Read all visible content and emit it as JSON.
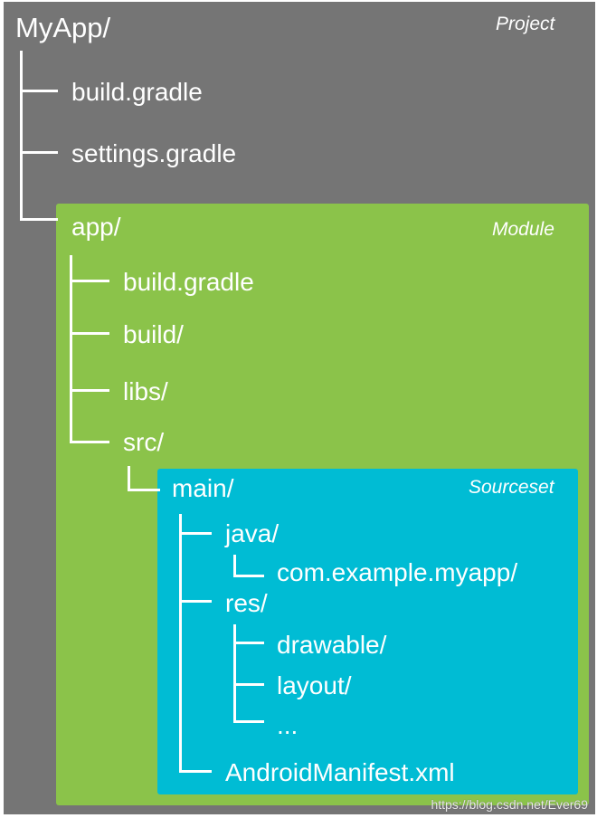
{
  "project": {
    "root_label": "MyApp/",
    "tag": "Project",
    "color": "#757575",
    "files": [
      "build.gradle",
      "settings.gradle"
    ]
  },
  "module": {
    "root_label": "app/",
    "tag": "Module",
    "color": "#8bc34a",
    "items": [
      "build.gradle",
      "build/",
      "libs/",
      "src/"
    ]
  },
  "sourceset": {
    "root_label": "main/",
    "tag": "Sourceset",
    "color": "#00bcd4",
    "java_label": "java/",
    "package_label": "com.example.myapp/",
    "res_label": "res/",
    "res_items": [
      "drawable/",
      "layout/",
      "..."
    ],
    "manifest_label": "AndroidManifest.xml"
  },
  "watermark": "https://blog.csdn.net/Ever69",
  "line_color": "#ffffff"
}
